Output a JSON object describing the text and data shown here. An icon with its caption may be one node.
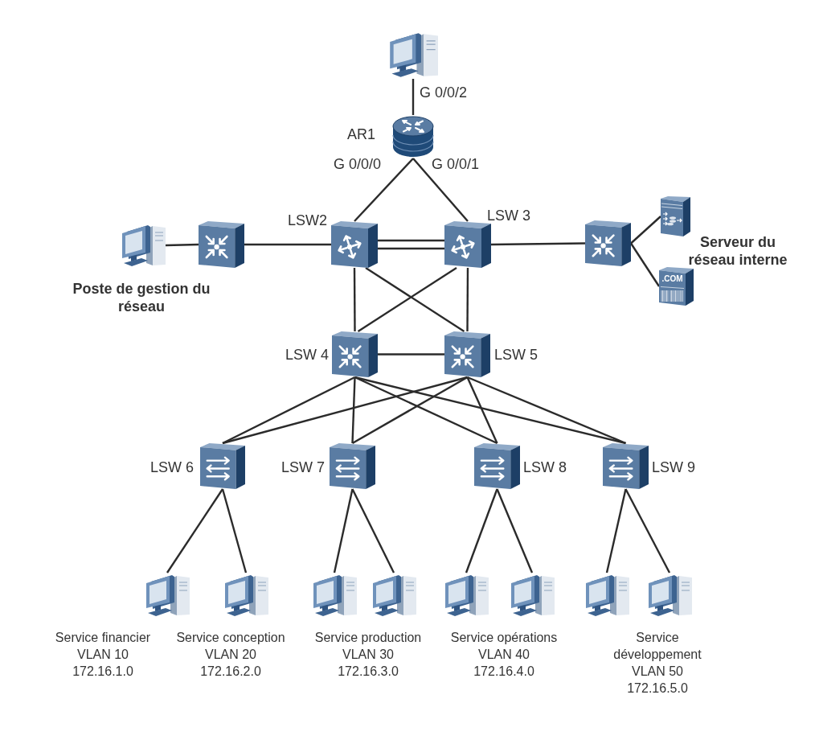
{
  "diagram": {
    "nodes": [
      {
        "text": [],
        "shape": "computer"
      },
      {
        "text": [],
        "shape": "router",
        "beside": [
          "AR1"
        ]
      },
      {
        "text": [],
        "shape": "computer",
        "beside": [
          "Poste de gestion du réseau"
        ]
      },
      {
        "text": [],
        "shape": "switch"
      },
      {
        "text": [],
        "shape": "switch",
        "beside": [
          "LSW2"
        ]
      },
      {
        "text": [],
        "shape": "switch",
        "beside": [
          "LSW 3"
        ]
      },
      {
        "text": [],
        "shape": "switch"
      },
      {
        "text": [],
        "shape": "server"
      },
      {
        "text": [
          ".COM"
        ]
      },
      {
        "text": [],
        "shape": "switch",
        "beside": [
          "LSW 4"
        ]
      },
      {
        "text": [],
        "shape": "switch",
        "beside": [
          "LSW 5"
        ]
      },
      {
        "text": [],
        "shape": "switch",
        "beside": [
          "LSW 6"
        ]
      },
      {
        "text": [],
        "shape": "switch",
        "beside": [
          "LSW 7"
        ]
      },
      {
        "text": [],
        "shape": "switch",
        "beside": [
          "LSW 8"
        ]
      },
      {
        "text": [],
        "shape": "switch",
        "beside": [
          "LSW 9"
        ]
      },
      {
        "text": [],
        "shape": "computer"
      },
      {
        "text": [],
        "shape": "computer"
      },
      {
        "text": [],
        "shape": "computer"
      },
      {
        "text": [],
        "shape": "computer"
      },
      {
        "text": [],
        "shape": "computer"
      },
      {
        "text": [],
        "shape": "computer"
      },
      {
        "text": [],
        "shape": "computer"
      },
      {
        "text": [],
        "shape": "computer"
      }
    ],
    "edges": [
      {
        "from": 0,
        "to": 1,
        "arrow": "none",
        "label": "G 0/0/2"
      },
      {
        "from": 1,
        "to": 4,
        "arrow": "none",
        "label": "G 0/0/0"
      },
      {
        "from": 1,
        "to": 5,
        "arrow": "none",
        "label": "G 0/0/1"
      },
      {
        "from": 2,
        "to": 3,
        "arrow": "none"
      },
      {
        "from": 3,
        "to": 4,
        "arrow": "none"
      },
      {
        "from": 4,
        "to": 5,
        "arrow": "none"
      },
      {
        "from": 4,
        "to": 5,
        "arrow": "none"
      },
      {
        "from": 5,
        "to": 6,
        "arrow": "none"
      },
      {
        "from": 6,
        "to": 7,
        "arrow": "none"
      },
      {
        "from": 6,
        "to": 8,
        "arrow": "none"
      },
      {
        "from": 4,
        "to": 9,
        "arrow": "none"
      },
      {
        "from": 4,
        "to": 10,
        "arrow": "none"
      },
      {
        "from": 5,
        "to": 9,
        "arrow": "none"
      },
      {
        "from": 5,
        "to": 10,
        "arrow": "none"
      },
      {
        "from": 9,
        "to": 10,
        "arrow": "none"
      },
      {
        "from": 9,
        "to": 11,
        "arrow": "none"
      },
      {
        "from": 9,
        "to": 12,
        "arrow": "none"
      },
      {
        "from": 9,
        "to": 13,
        "arrow": "none"
      },
      {
        "from": 9,
        "to": 14,
        "arrow": "none"
      },
      {
        "from": 10,
        "to": 11,
        "arrow": "none"
      },
      {
        "from": 10,
        "to": 12,
        "arrow": "none"
      },
      {
        "from": 10,
        "to": 13,
        "arrow": "none"
      },
      {
        "from": 10,
        "to": 14,
        "arrow": "none"
      },
      {
        "from": 11,
        "to": 15,
        "arrow": "none"
      },
      {
        "from": 11,
        "to": 16,
        "arrow": "none"
      },
      {
        "from": 12,
        "to": 17,
        "arrow": "none"
      },
      {
        "from": 12,
        "to": 18,
        "arrow": "none"
      },
      {
        "from": 13,
        "to": 19,
        "arrow": "none"
      },
      {
        "from": 13,
        "to": 20,
        "arrow": "none"
      },
      {
        "from": 14,
        "to": 21,
        "arrow": "none"
      },
      {
        "from": 14,
        "to": 22,
        "arrow": "none"
      }
    ],
    "labels": [
      "Serveur du réseau interne",
      "Service financier VLAN 10 172.16.1.0",
      "Service conception VLAN 20 172.16.2.0",
      "Service production VLAN 30 172.16.3.0",
      "Service opérations VLAN 40 172.16.4.0",
      "Service développement VLAN 50 172.16.5.0"
    ]
  }
}
